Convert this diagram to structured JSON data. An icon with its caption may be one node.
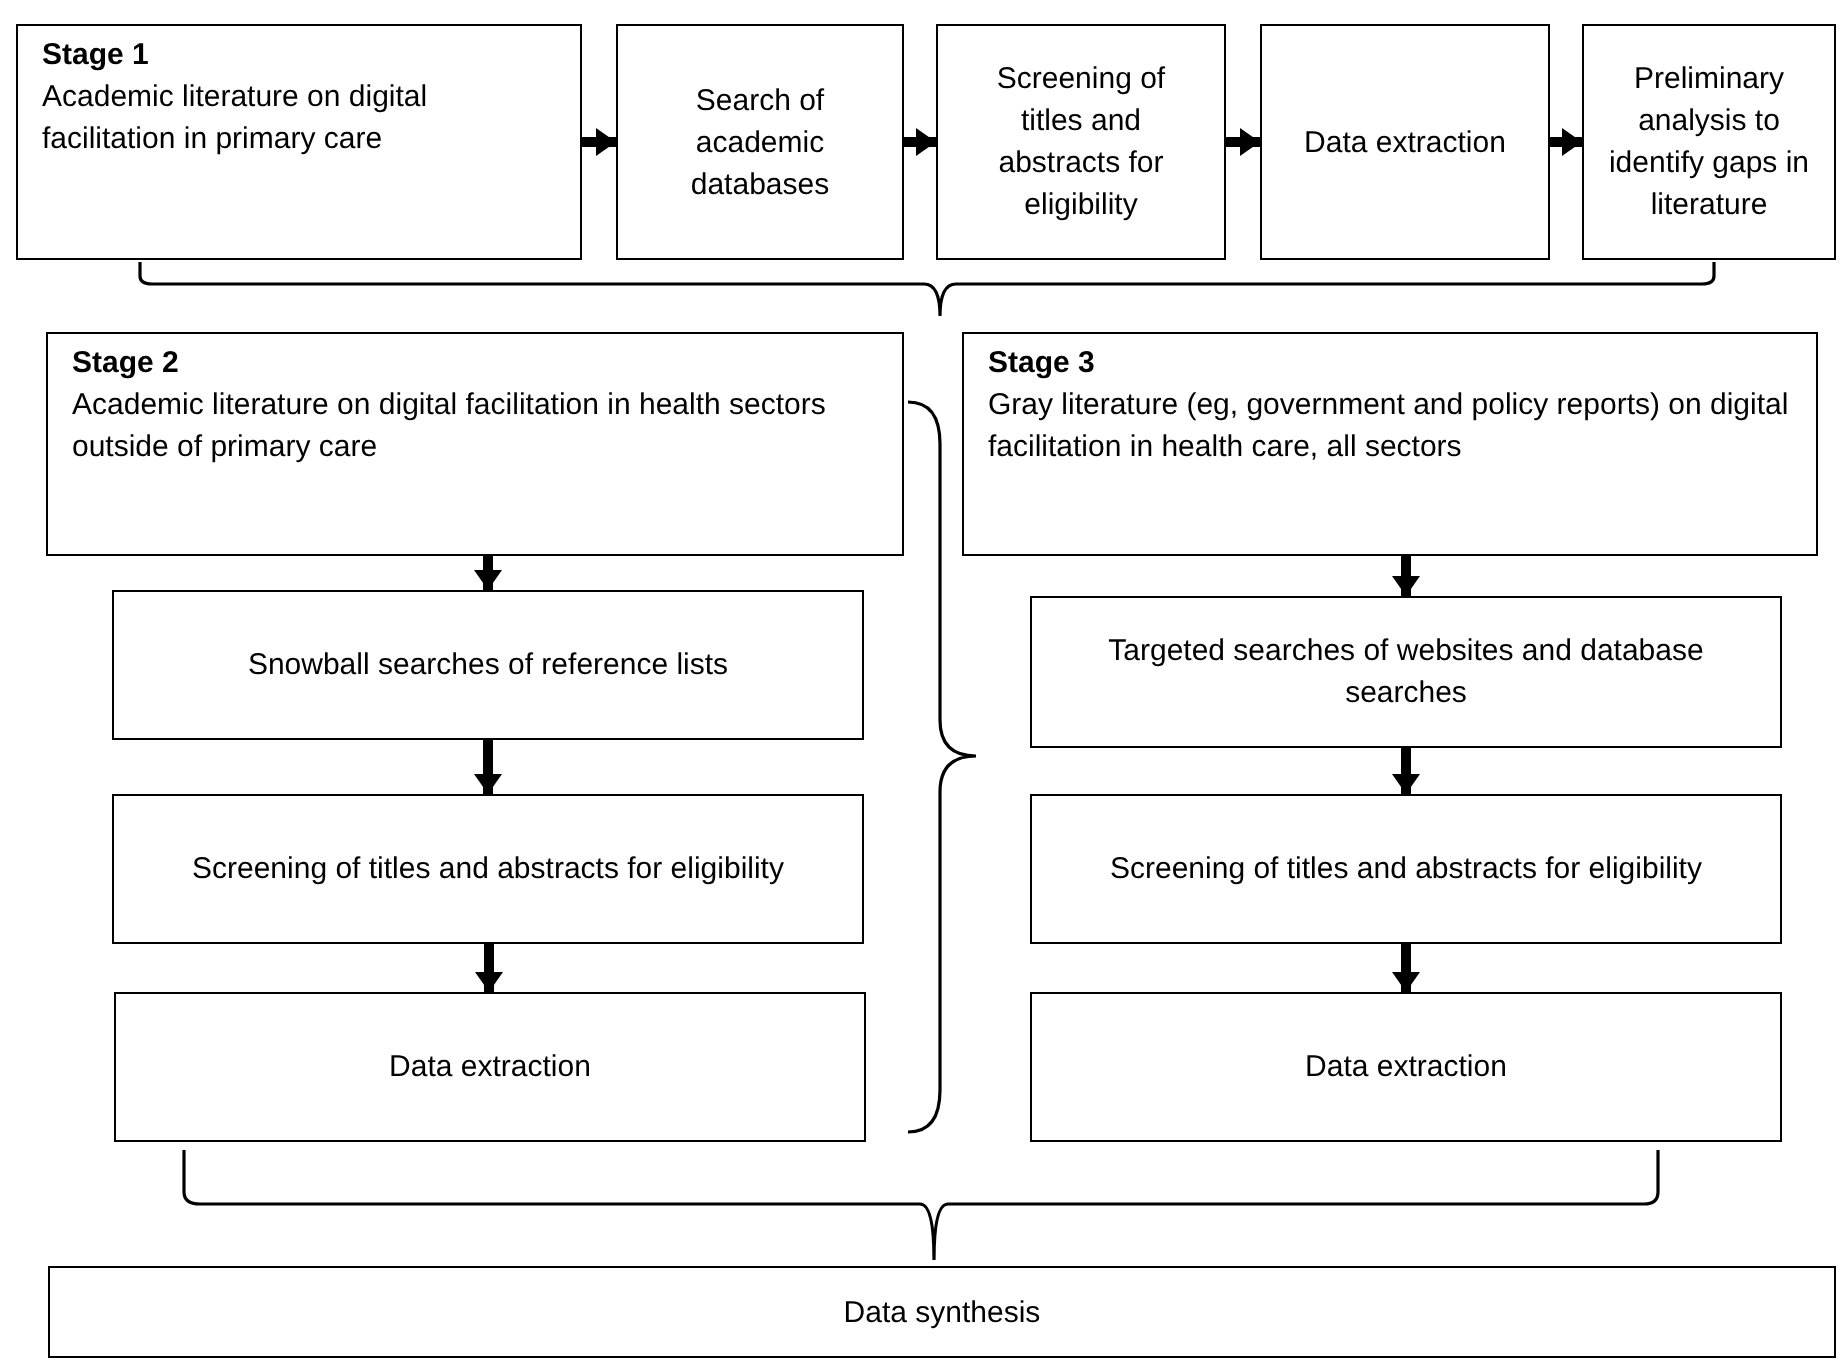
{
  "diagram": {
    "nodes": [
      {
        "text": [
          "Stage 1",
          "Academic literature on digital facilitation in primary care"
        ]
      },
      {
        "text": [
          "Search of academic databases"
        ]
      },
      {
        "text": [
          "Screening of titles and abstracts for eligibility"
        ]
      },
      {
        "text": [
          "Data extraction"
        ]
      },
      {
        "text": [
          "Preliminary analysis to identify gaps in literature"
        ]
      },
      {
        "text": [
          "Stage 2",
          "Academic literature on digital facilitation in health sectors outside of primary care"
        ]
      },
      {
        "text": [
          "Snowball searches of reference lists"
        ]
      },
      {
        "text": [
          "Screening of titles and abstracts for eligibility"
        ]
      },
      {
        "text": [
          "Data extraction"
        ]
      },
      {
        "text": [
          "Stage 3",
          "Gray literature (eg, government and policy reports) on digital facilitation in health care, all sectors"
        ]
      },
      {
        "text": [
          "Targeted searches of websites and database searches"
        ]
      },
      {
        "text": [
          "Screening of titles and abstracts for eligibility"
        ]
      },
      {
        "text": [
          "Data extraction"
        ]
      },
      {
        "text": [
          "Data synthesis"
        ]
      }
    ],
    "edges": [
      {
        "from": 0,
        "to": 1,
        "arrow": "to"
      },
      {
        "from": 1,
        "to": 2,
        "arrow": "to"
      },
      {
        "from": 2,
        "to": 3,
        "arrow": "to"
      },
      {
        "from": 3,
        "to": 4,
        "arrow": "to"
      },
      {
        "from": 5,
        "to": 6,
        "arrow": "to"
      },
      {
        "from": 6,
        "to": 7,
        "arrow": "to"
      },
      {
        "from": 7,
        "to": 8,
        "arrow": "to"
      },
      {
        "from": 9,
        "to": 10,
        "arrow": "to"
      },
      {
        "from": 10,
        "to": 11,
        "arrow": "to"
      },
      {
        "from": 11,
        "to": 12,
        "arrow": "to"
      }
    ]
  }
}
